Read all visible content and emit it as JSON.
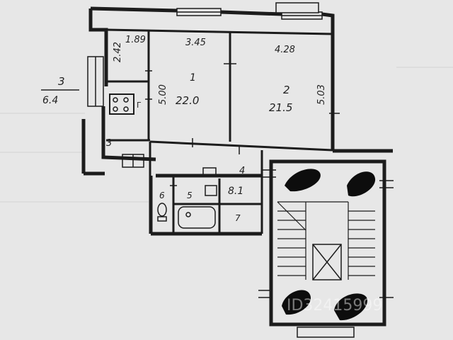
{
  "plan": {
    "labels": {
      "room1_number": "1",
      "room1_area": "22.0",
      "room2_number": "2",
      "room2_area": "21.5",
      "room3_number": "3",
      "room3_area": "6.4",
      "room3_side": "3",
      "room4_number": "4",
      "room4_area": "8.1",
      "room5_number": "5",
      "room6_number": "6",
      "room7_number": "7",
      "dim_small_top": "1.89",
      "dim_small_side": "2.42",
      "dim_room1_top": "3.45",
      "dim_room2_top": "4.28",
      "dim_room1_side": "5.00",
      "dim_room2_side": "5.03",
      "stove_letter": "Г"
    },
    "watermark": "ID32415999",
    "colors": {
      "paper": "#e7e7e7",
      "wall": "#1c1c1c",
      "ink": "#222222",
      "redaction": "#0d0d0d"
    }
  }
}
